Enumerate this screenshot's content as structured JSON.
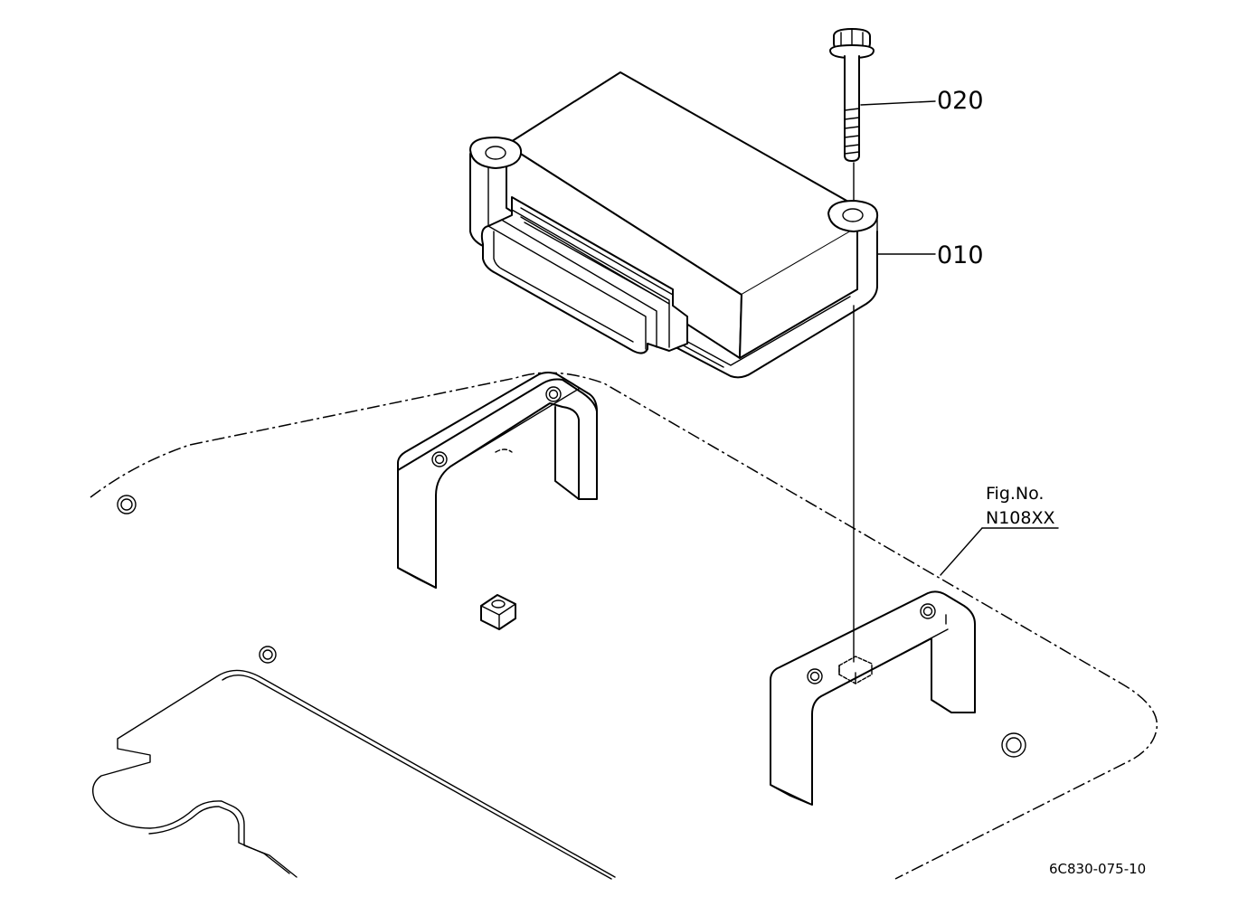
{
  "callouts": {
    "part_020": "020",
    "part_010": "010"
  },
  "figure_ref": {
    "line1": "Fig.No.",
    "line2": "N108XX"
  },
  "drawing_number": "6C830-075-10"
}
